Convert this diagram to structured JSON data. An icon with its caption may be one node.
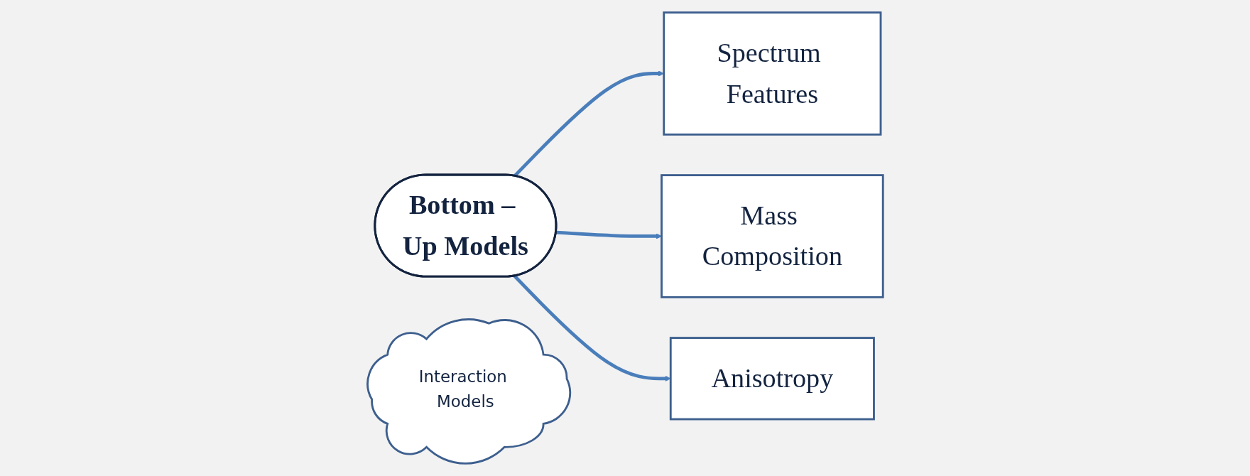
{
  "diagram": {
    "nodes": [
      {
        "text": [
          "Bottom – Up Models"
        ]
      },
      {
        "text": [
          "Spectrum Features"
        ]
      },
      {
        "text": [
          "Mass Composition"
        ]
      },
      {
        "text": [
          "Anisotropy"
        ]
      },
      {
        "text": [
          "Interaction Models"
        ]
      }
    ],
    "edges": [
      {
        "from": 0,
        "to": 1,
        "arrow": "to"
      },
      {
        "from": 0,
        "to": 2,
        "arrow": "to"
      },
      {
        "from": 0,
        "to": 3,
        "arrow": "to"
      }
    ]
  }
}
